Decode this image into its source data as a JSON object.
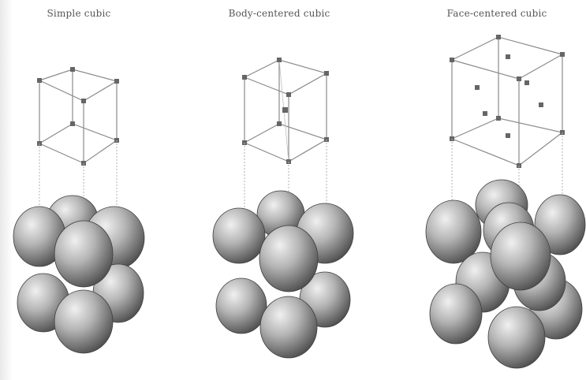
{
  "titles": {
    "simple": "Simple cubic",
    "body_centered": "Body-centered cubic",
    "face_centered": "Face-centered cubic"
  },
  "colors": {
    "line": "#8a8a8a",
    "atom_light": "#e8e8e8",
    "atom_mid": "#a9a9a9",
    "atom_dark": "#5a5a5a",
    "text": "#555555"
  },
  "icons": [
    "simple-cubic-lattice-icon",
    "body-centered-cubic-lattice-icon",
    "face-centered-cubic-lattice-icon"
  ]
}
